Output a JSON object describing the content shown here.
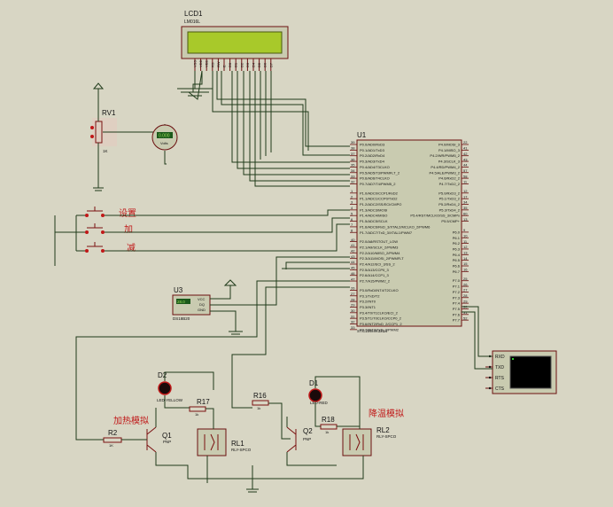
{
  "lcd": {
    "ref": "LCD1",
    "part": "LM016L",
    "pins": [
      "VSS",
      "VDD",
      "VEE",
      "RS",
      "RW",
      "E",
      "D0",
      "D1",
      "D2",
      "D3",
      "D4",
      "D5",
      "D6",
      "D7"
    ]
  },
  "mcu": {
    "ref": "U1",
    "part": "STC15W4K32S4",
    "left_pins": [
      {
        "num": "39",
        "name": "P0.0/AD0/RxD3"
      },
      {
        "num": "38",
        "name": "P0.1/AD1/TxD3"
      },
      {
        "num": "37",
        "name": "P0.2/AD2/RxD4"
      },
      {
        "num": "36",
        "name": "P0.3/AD3/TxD4"
      },
      {
        "num": "35",
        "name": "P0.4/AD4/T3CLKO"
      },
      {
        "num": "34",
        "name": "P0.5/AD5/T3/PWMFLT_2"
      },
      {
        "num": "33",
        "name": "P0.6/AD6/T4CLKO"
      },
      {
        "num": "32",
        "name": "P0.7/AD7/T4/PWM5_2"
      },
      {
        "num": "1",
        "name": "P1.0/ADC0/CCP1/RxD2"
      },
      {
        "num": "2",
        "name": "P1.1/ADC1/CCP0/TxD2"
      },
      {
        "num": "3",
        "name": "P1.2/ADC2/SS/ECI/CMPO"
      },
      {
        "num": "4",
        "name": "P1.3/ADC3/MOSI"
      },
      {
        "num": "5",
        "name": "P1.4/ADC4/MISO"
      },
      {
        "num": "6",
        "name": "P1.5/ADC5/SCLK"
      },
      {
        "num": "7",
        "name": "P1.6/ADC6/RxD_3/XTAL2/MCLKO_2/PWM6"
      },
      {
        "num": "8",
        "name": "P1.7/ADC7/TxD_3/XTAL1/PWM7"
      },
      {
        "num": "40",
        "name": "P2.0/A8/RSTOUT_LOW"
      },
      {
        "num": "41",
        "name": "P2.1/A9/SCLK_2/PWM3"
      },
      {
        "num": "42",
        "name": "P2.2/A10/MISO_2/PWM4"
      },
      {
        "num": "43",
        "name": "P2.3/A11/MOSI_2/PWMFLT"
      },
      {
        "num": "44",
        "name": "P2.4/A12/ECI_3/SS_2"
      },
      {
        "num": "45",
        "name": "P2.5/A13/CCP0_3"
      },
      {
        "num": "46",
        "name": "P2.6/A14/CCP1_3"
      },
      {
        "num": "47",
        "name": "P2.7/A15/PWM2_2"
      },
      {
        "num": "26",
        "name": "P3.0/RxD/INT4/T2CLKO"
      },
      {
        "num": "27",
        "name": "P3.1/TxD/T2"
      },
      {
        "num": "28",
        "name": "P3.2/INT0"
      },
      {
        "num": "29",
        "name": "P3.3/INT1"
      },
      {
        "num": "30",
        "name": "P3.4/T0/T1CLKO/ECI_2"
      },
      {
        "num": "31",
        "name": "P3.5/T1/T0CLKO/CCP0_2"
      },
      {
        "num": "32",
        "name": "P3.6/INT2/RxD_2/CCP1_2"
      },
      {
        "num": "33",
        "name": "P3.7/INT3/TxD_2/PWM2"
      }
    ],
    "right_pins": [
      {
        "num": "22",
        "name": "P4.0/MOSI_3"
      },
      {
        "num": "41",
        "name": "P4.1/MISO_3"
      },
      {
        "num": "42",
        "name": "P4.2/WR/PWM5_2"
      },
      {
        "num": "43",
        "name": "P4.3/SCLK_3"
      },
      {
        "num": "44",
        "name": "P4.4/RD/PWM4_2"
      },
      {
        "num": "57",
        "name": "P4.5/ALE/PWM3_2"
      },
      {
        "num": "58",
        "name": "P4.6/RxD2_2"
      },
      {
        "num": "11",
        "name": "P4.7/TxD2_2"
      },
      {
        "num": "12",
        "name": "P5.0/RxD3_2"
      },
      {
        "num": "17",
        "name": "P5.1/TxD3_2"
      },
      {
        "num": "34",
        "name": "P5.2/RxD4_2"
      },
      {
        "num": "35",
        "name": "P5.3/TxD4_2"
      },
      {
        "num": "60",
        "name": "P5.4/RST/MCLKO/SS_3/CMPx"
      },
      {
        "num": "13",
        "name": "P5.5/CMP+"
      },
      {
        "num": "9",
        "name": "P6.0"
      },
      {
        "num": "10",
        "name": "P6.1"
      },
      {
        "num": "11",
        "name": "P6.2"
      },
      {
        "num": "12",
        "name": "P6.3"
      },
      {
        "num": "13",
        "name": "P6.4"
      },
      {
        "num": "14",
        "name": "P6.5"
      },
      {
        "num": "15",
        "name": "P6.6"
      },
      {
        "num": "16",
        "name": "P6.7"
      },
      {
        "num": "25",
        "name": "P7.0"
      },
      {
        "num": "26",
        "name": "P7.1"
      },
      {
        "num": "27",
        "name": "P7.2"
      },
      {
        "num": "28",
        "name": "P7.3"
      },
      {
        "num": "29",
        "name": "P7.4"
      },
      {
        "num": "30",
        "name": "P7.5"
      },
      {
        "num": "31",
        "name": "P7.6"
      },
      {
        "num": "52",
        "name": "P7.7"
      }
    ]
  },
  "rv1": {
    "ref": "RV1",
    "value": "1K"
  },
  "voltmeter": {
    "reading": "0.000",
    "unit": "Volts"
  },
  "buttons": [
    {
      "label": "设置"
    },
    {
      "label": "加"
    },
    {
      "label": "减"
    }
  ],
  "sensor": {
    "ref": "U3",
    "part": "DS18B20",
    "reading": "28.0",
    "pins": [
      "VCC",
      "DQ",
      "GND"
    ]
  },
  "terminal": {
    "pins": [
      "RXD",
      "TXD",
      "RTS",
      "CTS"
    ]
  },
  "d2": {
    "ref": "D2",
    "part": "LED-YELLOW"
  },
  "r17": {
    "ref": "R17",
    "value": "1k"
  },
  "heating": {
    "label": "加热模拟"
  },
  "r2": {
    "ref": "R2",
    "value": "1K"
  },
  "q1": {
    "ref": "Q1",
    "type": "PNP"
  },
  "rl1": {
    "ref": "RL1",
    "part": "RLY-SPCO"
  },
  "d1": {
    "ref": "D1",
    "part": "LED-RED"
  },
  "r16": {
    "ref": "R16",
    "value": "1k"
  },
  "r18": {
    "ref": "R18",
    "value": "1k"
  },
  "cooling": {
    "label": "降温模拟"
  },
  "q2": {
    "ref": "Q2",
    "type": "PNP"
  },
  "rl2": {
    "ref": "RL2",
    "part": "RLY-SPCO"
  },
  "colors": {
    "background": "#d8d6c4",
    "wire": "#1f3b1a",
    "component": "#7a1010",
    "label_red": "#c01818",
    "lcd_screen": "#a8c92a"
  }
}
